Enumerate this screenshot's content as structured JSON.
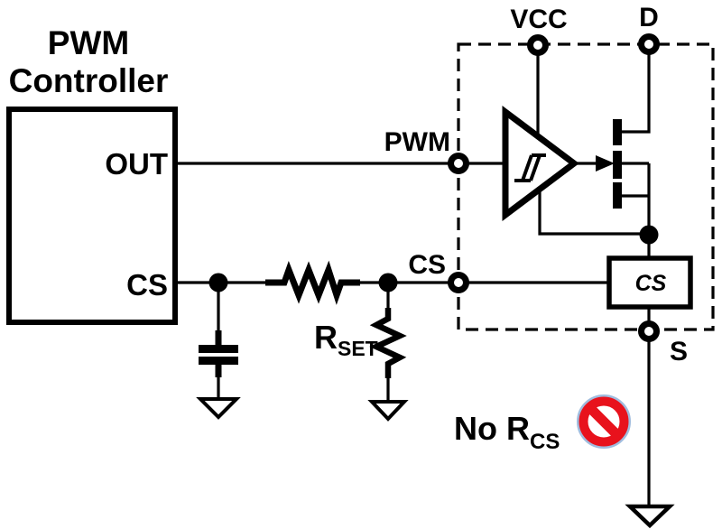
{
  "title": "PWM Controller driving integrated power-stage, no current-sense resistor",
  "controller": {
    "title_line1": "PWM",
    "title_line2": "Controller",
    "pin_out": "OUT",
    "pin_cs": "CS"
  },
  "module": {
    "terminal_vcc": "VCC",
    "terminal_d": "D",
    "terminal_pwm": "PWM",
    "terminal_cs": "CS",
    "terminal_s": "S",
    "cs_block_label": "CS",
    "driver_icon": "schmitt-trigger-driver-icon",
    "fet_icon": "n-mosfet-icon"
  },
  "components": {
    "rset_main": "R",
    "rset_sub": "SET",
    "filter_cap_icon": "capacitor-icon",
    "series_resistor_icon": "resistor-icon",
    "ground_icon": "ground-icon"
  },
  "annotation": {
    "no_prefix": "No R",
    "no_sub": "CS",
    "icon": "prohibition-icon"
  },
  "colors": {
    "line": "#000000",
    "background": "#ffffff",
    "prohibition_red": "#e8121c",
    "prohibition_halo": "#8fb0d8"
  }
}
